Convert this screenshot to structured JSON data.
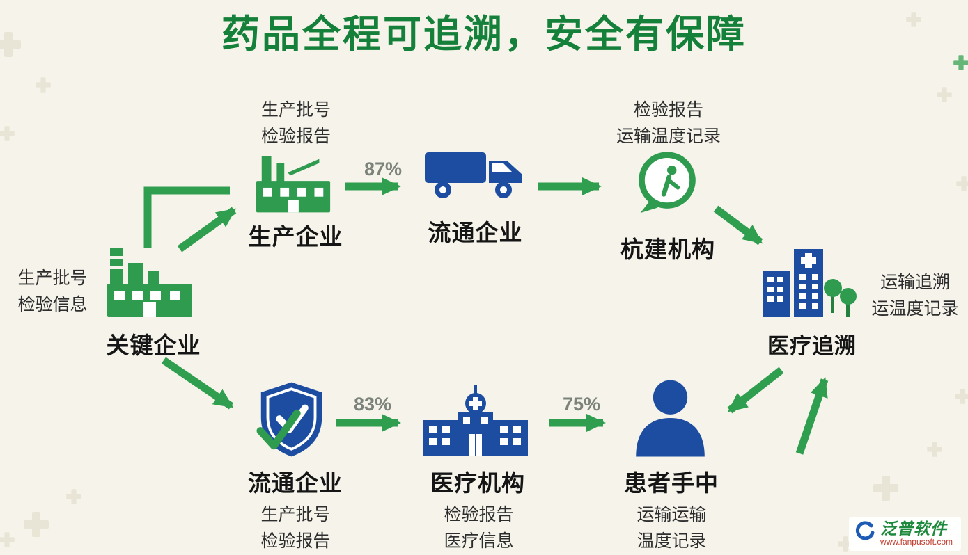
{
  "title": "药品全程可追溯，安全有保障",
  "colors": {
    "title_green": "#15803a",
    "icon_green": "#2f9b4f",
    "arrow_green": "#2f9e4e",
    "icon_blue": "#1c4da0",
    "background": "#f5f3ea"
  },
  "nodes": {
    "producer": {
      "label": "生产企业",
      "note1": "生产批号",
      "note2": "检验报告"
    },
    "circulation_top": {
      "label": "流通企业"
    },
    "inspection": {
      "label": "杭建机构",
      "note1": "检验报告",
      "note2": "运输温度记录"
    },
    "key_enterprise": {
      "label": "关键企业",
      "note1": "生产批号",
      "note2": "检验信息"
    },
    "medical_trace": {
      "label": "医疗追溯",
      "note1": "运输追溯",
      "note2": "运温度记录"
    },
    "circulation_bottom": {
      "label": "流通企业",
      "note1": "生产批号",
      "note2": "检验报告"
    },
    "hospital": {
      "label": "医疗机构",
      "note1": "检验报告",
      "note2": "医疗信息"
    },
    "patient": {
      "label": "患者手中",
      "note1": "运输运输",
      "note2": "温度记录"
    }
  },
  "percentages": {
    "producer_to_circulation": "87%",
    "circulation_to_hospital": "83%",
    "hospital_to_patient": "75%"
  },
  "watermark": {
    "name": "泛普软件",
    "url": "www.fanpusoft.com"
  }
}
